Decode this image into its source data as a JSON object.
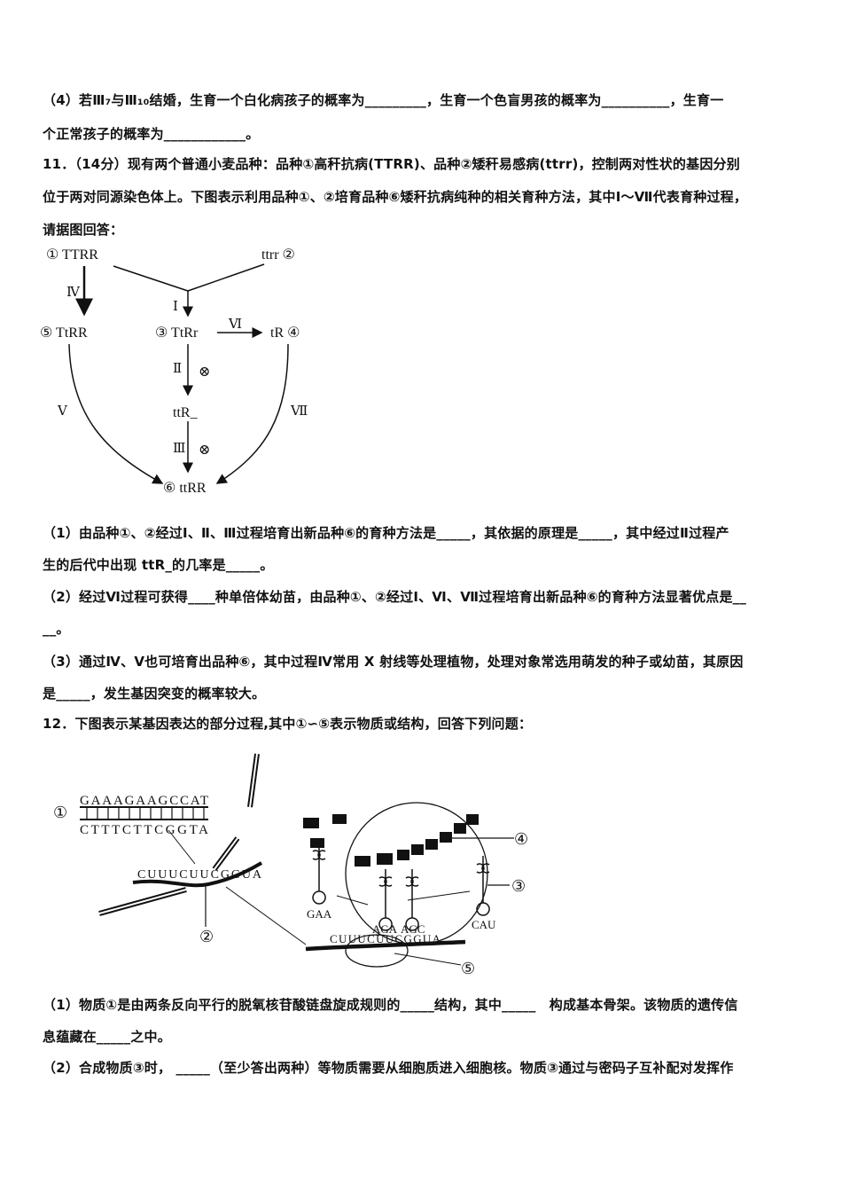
{
  "q10_part4": {
    "line1": "（4）若Ⅲ₇与Ⅲ₁₀结婚，生育一个白化病孩子的概率为_________，生育一个色盲男孩的概率为__________，生育一",
    "line2": "个正常孩子的概率为____________。"
  },
  "q11": {
    "intro1": "11．（14分）现有两个普通小麦品种：品种①高秆抗病(TTRR)、品种②矮秆易感病(ttrr)，控制两对性状的基因分别",
    "intro2": "位于两对同源染色体上。下图表示利用品种①、②培育品种⑥矮秆抗病纯种的相关育种方法，其中Ⅰ～Ⅶ代表育种过程，",
    "intro3": "请据图回答：",
    "diagram": {
      "n1": "① TTRR",
      "n2": "ttrr ②",
      "n5": "⑤ TtRR",
      "n3": "③ TtRr",
      "n4": "tR ④",
      "mid": "ttR_",
      "n6": "⑥ ttRR",
      "p1": "Ⅰ",
      "p2": "Ⅱ",
      "p3": "Ⅲ",
      "p4": "Ⅳ",
      "p5": "Ⅴ",
      "p6": "Ⅵ",
      "p7": "Ⅶ",
      "selfing": "⊗"
    },
    "sub1_line1": "（1）由品种①、②经过Ⅰ、Ⅱ、Ⅲ过程培育出新品种⑥的育种方法是_____，其依据的原理是_____，其中经过Ⅱ过程产",
    "sub1_line2": "生的后代中出现 ttR_的几率是_____。",
    "sub2_line1": "（2）经过Ⅵ过程可获得____种单倍体幼苗，由品种①、②经过Ⅰ、Ⅵ、Ⅶ过程培育出新品种⑥的育种方法显著优点是__",
    "sub2_line2": "__。",
    "sub3_line1": "（3）通过Ⅳ、Ⅴ也可培育出品种⑥，其中过程Ⅳ常用 X 射线等处理植物，处理对象常选用萌发的种子或幼苗，其原因",
    "sub3_line2": "是_____，发生基因突变的概率较大。"
  },
  "q12": {
    "intro": "12．下图表示某基因表达的部分过程,其中①∽⑤表示物质或结构，回答下列问题：",
    "diagram": {
      "label1": "①",
      "label2": "②",
      "label3": "③",
      "label4": "④",
      "label5": "⑤",
      "dna_top": "GAAAGAAGCCAT",
      "dna_bottom": "CTTTCTTCGGTA",
      "mrna_left": "CUUUCUUCGGUA",
      "mrna_right": "CUUUCUUCGGUA",
      "anticodon1": "GAA",
      "anticodon2": "AGA",
      "anticodon3": "AGC",
      "anticodon4": "CAU"
    },
    "sub1_line1": "（1）物质①是由两条反向平行的脱氧核苷酸链盘旋成规则的_____结构，其中_____　构成基本骨架。该物质的遗传信",
    "sub1_line2": "息蕴藏在_____之中。",
    "sub2_line1": "（2）合成物质③时，  _____（至少答出两种）等物质需要从细胞质进入细胞核。物质③通过与密码子互补配对发挥作"
  }
}
